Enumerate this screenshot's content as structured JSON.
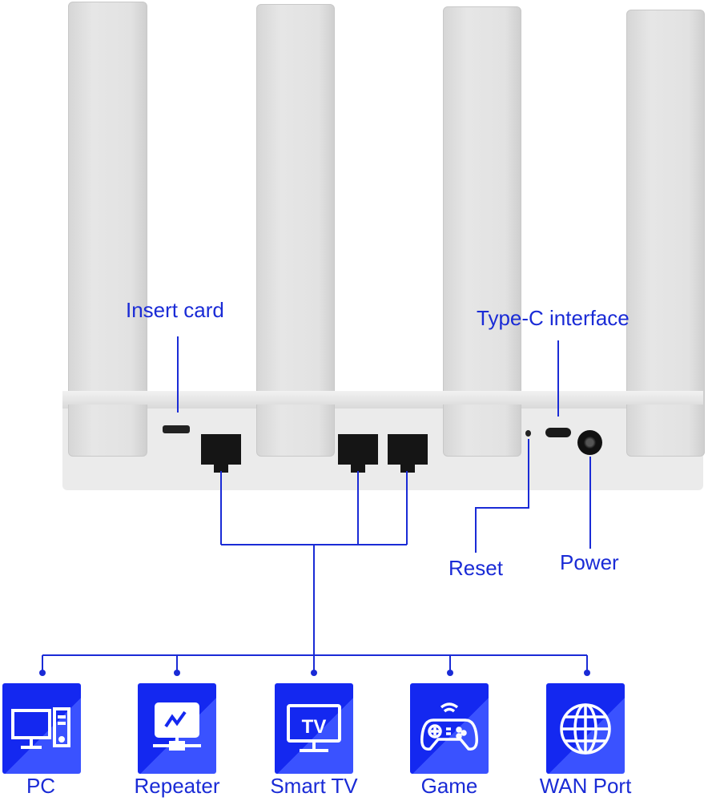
{
  "labels": {
    "insert_card": "Insert card",
    "type_c": "Type-C interface",
    "reset": "Reset",
    "power": "Power"
  },
  "devices": [
    {
      "label": "PC",
      "icon": "pc-icon"
    },
    {
      "label": "Repeater",
      "icon": "repeater-icon"
    },
    {
      "label": "Smart TV",
      "icon": "tv-icon",
      "icon_text": "TV"
    },
    {
      "label": "Game",
      "icon": "gamepad-icon"
    },
    {
      "label": "WAN Port",
      "icon": "globe-icon"
    }
  ],
  "colors": {
    "accent": "#1a2bd6",
    "icon_bg": "#1428f0"
  }
}
